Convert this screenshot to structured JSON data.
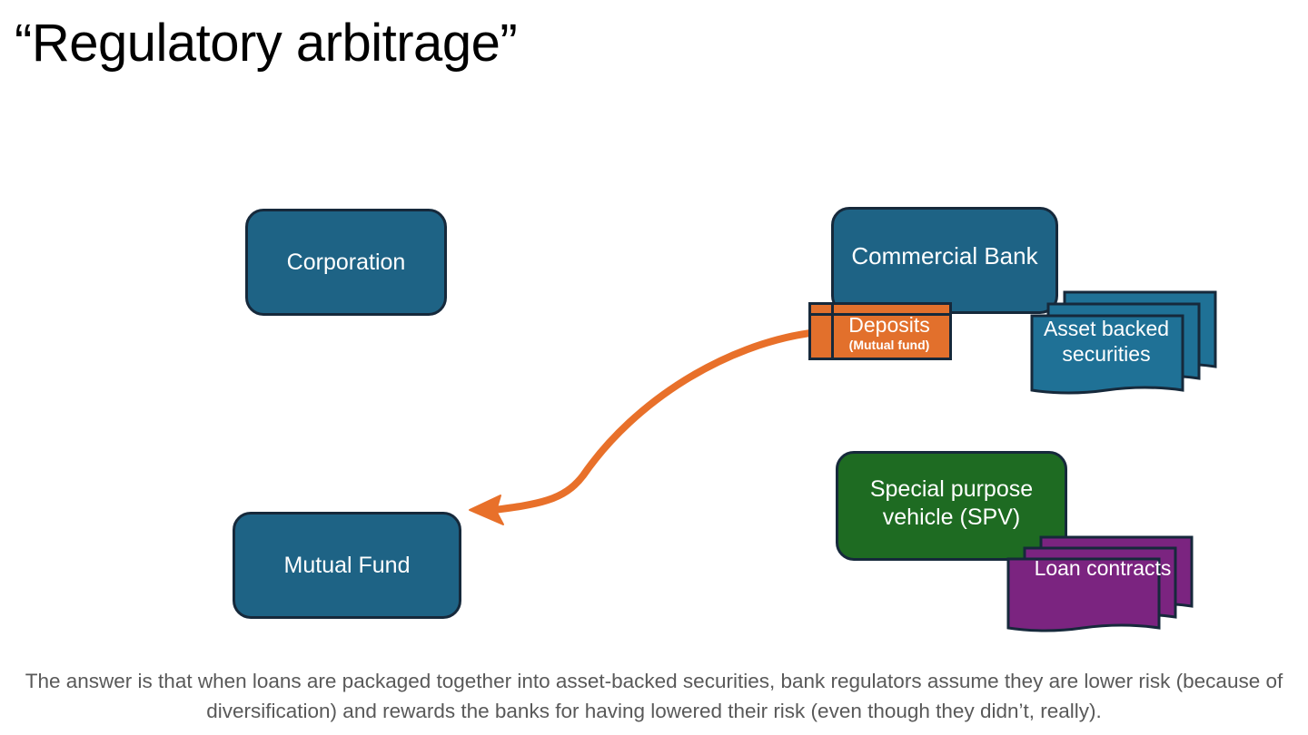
{
  "slide": {
    "title": "“Regulatory arbitrage”",
    "caption": "The answer is that when loans are packaged together into asset-backed securities, bank regulators assume they are lower risk (because of diversification) and rewards the banks for having lowered their risk (even though they didn’t, really)."
  },
  "nodes": {
    "corporation": {
      "label": "Corporation",
      "color": "#1E6385"
    },
    "mutual_fund": {
      "label": "Mutual Fund",
      "color": "#1E6385"
    },
    "commercial_bank": {
      "label": "Commercial Bank",
      "color": "#1E6385"
    },
    "deposits": {
      "label": "Deposits",
      "sublabel": "(Mutual fund)",
      "color": "#E2702C"
    },
    "asset_backed_securities": {
      "label": "Asset backed securities",
      "color": "#1F7196"
    },
    "spv": {
      "label": "Special purpose vehicle (SPV)",
      "color": "#1E6B22"
    },
    "loan_contracts": {
      "label": "Loan contracts",
      "color": "#7B2480"
    }
  },
  "connectors": {
    "deposits_to_mutual_fund": {
      "name": "deposits-to-mutual-fund-arrow",
      "color": "#E8702A",
      "from": "deposits",
      "to": "mutual_fund"
    }
  },
  "palette": {
    "outline": "#16293B",
    "teal": "#1E6385",
    "light_blue": "#1F7196",
    "orange": "#E2702C",
    "arrow_orange": "#E8702A",
    "green": "#1E6B22",
    "purple": "#7B2480",
    "caption_gray": "#595959",
    "background": "#FFFFFF"
  }
}
